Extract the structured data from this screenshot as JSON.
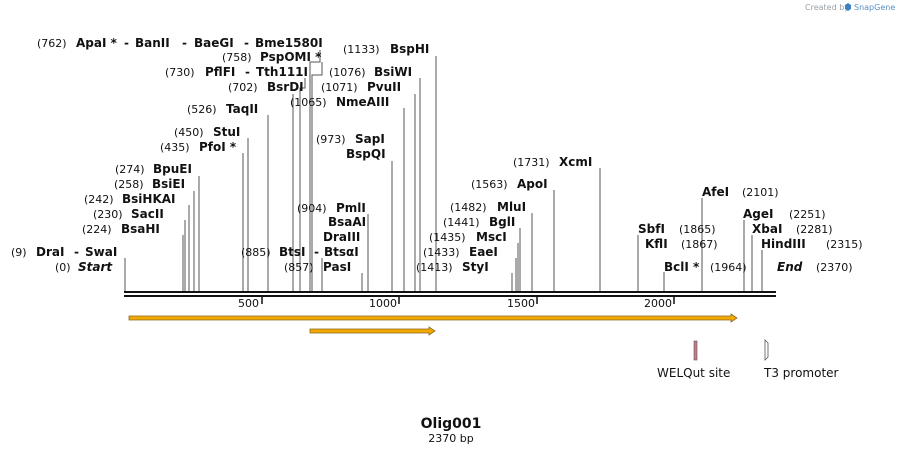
{
  "header": {
    "credit": "Created by",
    "brand": "SnapGene"
  },
  "map": {
    "name": "Olig001",
    "length_label": "2370 bp",
    "length": 2370
  },
  "ruler": {
    "ticks": [
      "500",
      "1000",
      "1500",
      "2000"
    ]
  },
  "sites": [
    {
      "pos": "(762)",
      "name": "ApaI *",
      "bp": 762
    },
    {
      "pos": "",
      "name": "BanII",
      "bp": 762
    },
    {
      "pos": "",
      "name": "BaeGI",
      "bp": 762
    },
    {
      "pos": "",
      "name": "Bme1580I",
      "bp": 762
    },
    {
      "pos": "(758)",
      "name": "PspOMI *",
      "bp": 758
    },
    {
      "pos": "(1133)",
      "name": "BspHI",
      "bp": 1133
    },
    {
      "pos": "(730)",
      "name": "PflFI",
      "bp": 730
    },
    {
      "pos": "",
      "name": "Tth111I",
      "bp": 730
    },
    {
      "pos": "(1076)",
      "name": "BsiWI",
      "bp": 1076
    },
    {
      "pos": "(702)",
      "name": "BsrDI",
      "bp": 702
    },
    {
      "pos": "(1071)",
      "name": "PvuII",
      "bp": 1071
    },
    {
      "pos": "(1065)",
      "name": "NmeAIII",
      "bp": 1065
    },
    {
      "pos": "(526)",
      "name": "TaqII",
      "bp": 526
    },
    {
      "pos": "(450)",
      "name": "StuI",
      "bp": 450
    },
    {
      "pos": "(435)",
      "name": "PfoI *",
      "bp": 435
    },
    {
      "pos": "(973)",
      "name": "SapI",
      "bp": 973
    },
    {
      "pos": "",
      "name": "BspQI",
      "bp": 973
    },
    {
      "pos": "(1731)",
      "name": "XcmI",
      "bp": 1731
    },
    {
      "pos": "(274)",
      "name": "BpuEI",
      "bp": 274
    },
    {
      "pos": "(258)",
      "name": "BsiEI",
      "bp": 258
    },
    {
      "pos": "(1563)",
      "name": "ApoI",
      "bp": 1563
    },
    {
      "pos": "(242)",
      "name": "BsiHKAI",
      "bp": 242
    },
    {
      "pos": "(230)",
      "name": "SacII",
      "bp": 230
    },
    {
      "pos": "(224)",
      "name": "BsaHI",
      "bp": 224
    },
    {
      "pos": "(904)",
      "name": "PmlI",
      "bp": 904
    },
    {
      "pos": "",
      "name": "BsaAI",
      "bp": 904
    },
    {
      "pos": "",
      "name": "DraIII",
      "bp": 904
    },
    {
      "pos": "(1482)",
      "name": "MluI",
      "bp": 1482
    },
    {
      "pos": "(1441)",
      "name": "BglI",
      "bp": 1441
    },
    {
      "pos": "(1435)",
      "name": "MscI",
      "bp": 1435
    },
    {
      "pos": "(1433)",
      "name": "EaeI",
      "bp": 1433
    },
    {
      "pos": "(1413)",
      "name": "StyI",
      "bp": 1413
    },
    {
      "pos": "(9)",
      "name": "DraI",
      "bp": 9
    },
    {
      "pos": "",
      "name": "SwaI",
      "bp": 9
    },
    {
      "pos": "(885)",
      "name": "BtsI",
      "bp": 885
    },
    {
      "pos": "",
      "name": "BtsαI",
      "bp": 885
    },
    {
      "pos": "(857)",
      "name": "PasI",
      "bp": 857
    },
    {
      "pos": "(0)",
      "name": "Start",
      "bp": 0
    },
    {
      "pos": "(2101)",
      "name": "AfeI",
      "bp": 2101
    },
    {
      "pos": "(2251)",
      "name": "AgeI",
      "bp": 2251
    },
    {
      "pos": "(2281)",
      "name": "XbaI",
      "bp": 2281
    },
    {
      "pos": "(2315)",
      "name": "HindIII",
      "bp": 2315
    },
    {
      "pos": "(1865)",
      "name": "SbfI",
      "bp": 1865
    },
    {
      "pos": "(1867)",
      "name": "KflI",
      "bp": 1867
    },
    {
      "pos": "(1964)",
      "name": "BclI *",
      "bp": 1964
    },
    {
      "pos": "(2370)",
      "name": "End",
      "bp": 2370
    }
  ],
  "features": [
    {
      "name": "WELQut site"
    },
    {
      "name": "T3 promoter"
    }
  ],
  "colors": {
    "orf": "#f2a900",
    "orf_outline": "#8a6a20",
    "backbone": "#111111",
    "welqut": "#c77a8a",
    "credit_logo": "#3b82c4"
  }
}
